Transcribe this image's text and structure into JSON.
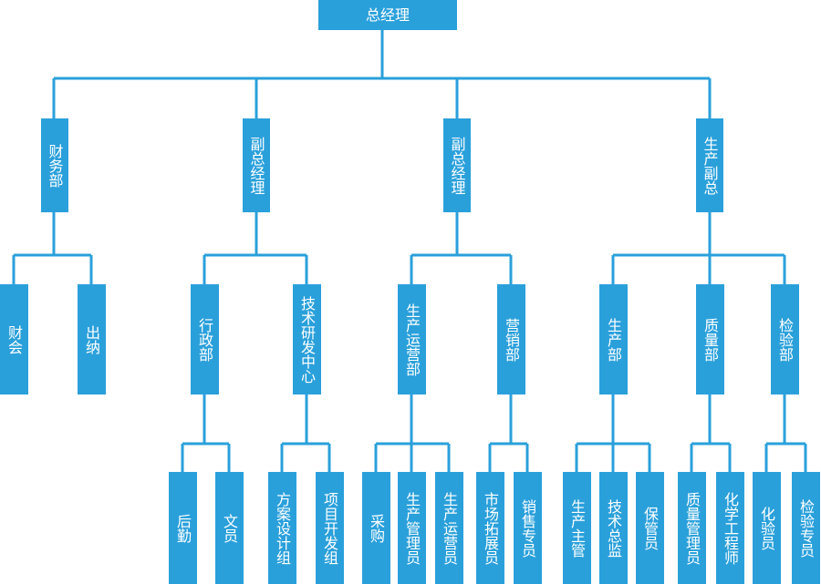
{
  "nodes": {
    "gm": "总经理",
    "finance": "财务部",
    "vp1": "副总经理",
    "vp2": "副总经理",
    "prod_vp": "生产副总",
    "accounting": "财会",
    "cashier": "出纳",
    "admin": "行政部",
    "rnd": "技术研发中心",
    "ops": "生产运营部",
    "sales": "营销部",
    "production": "生产部",
    "quality": "质量部",
    "inspection": "检验部",
    "logistics": "后勤",
    "clerk": "文员",
    "design": "方案设计组",
    "dev": "项目开发组",
    "purchasing": "采购",
    "prod_mgr": "生产管理员",
    "ops_staff": "生产运营员",
    "market": "市场拓展员",
    "sales_staff": "销售专员",
    "prod_super": "生产主管",
    "tech_dir": "技术总监",
    "keeper": "保管员",
    "qa_mgr": "质量管理员",
    "chem_eng": "化学工程师",
    "chem_test": "化验员",
    "inspector": "检验专员"
  }
}
